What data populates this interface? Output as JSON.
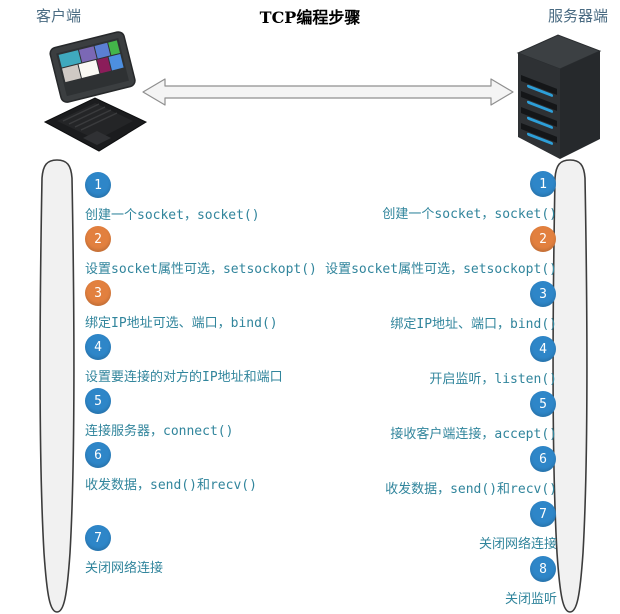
{
  "title": "TCP编程步骤",
  "client": {
    "label": "客户端",
    "steps": [
      {
        "num": "1",
        "color": "blue",
        "text": "创建一个socket，socket()"
      },
      {
        "num": "2",
        "color": "orange",
        "text": "设置socket属性可选，setsockopt()"
      },
      {
        "num": "3",
        "color": "orange",
        "text": "绑定IP地址可选、端口，bind()"
      },
      {
        "num": "4",
        "color": "blue",
        "text": "设置要连接的对方的IP地址和端口"
      },
      {
        "num": "5",
        "color": "blue",
        "text": "连接服务器，connect()"
      },
      {
        "num": "6",
        "color": "blue",
        "text": "收发数据，send()和recv()"
      },
      {
        "num": "7",
        "color": "blue",
        "text": "关闭网络连接"
      }
    ]
  },
  "server": {
    "label": "服务器端",
    "steps": [
      {
        "num": "1",
        "color": "blue",
        "text": "创建一个socket，socket()"
      },
      {
        "num": "2",
        "color": "orange",
        "text": "设置socket属性可选，setsockopt()"
      },
      {
        "num": "3",
        "color": "blue",
        "text": "绑定IP地址、端口，bind()"
      },
      {
        "num": "4",
        "color": "blue",
        "text": "开启监听，listen()"
      },
      {
        "num": "5",
        "color": "blue",
        "text": "接收客户端连接，accept()"
      },
      {
        "num": "6",
        "color": "blue",
        "text": "收发数据，send()和recv()"
      },
      {
        "num": "7",
        "color": "blue",
        "text": "关闭网络连接"
      },
      {
        "num": "8",
        "color": "blue",
        "text": "关闭监听"
      }
    ]
  },
  "icons": {
    "client_device": "laptop-icon",
    "server_device": "server-tower-icon",
    "connection": "double-headed-arrow-icon"
  },
  "colors": {
    "step_blue": "#2E86C8",
    "step_orange": "#E2803F",
    "step_text": "#31859C",
    "endpoint_label": "#4A6B82",
    "title": "#000000"
  }
}
